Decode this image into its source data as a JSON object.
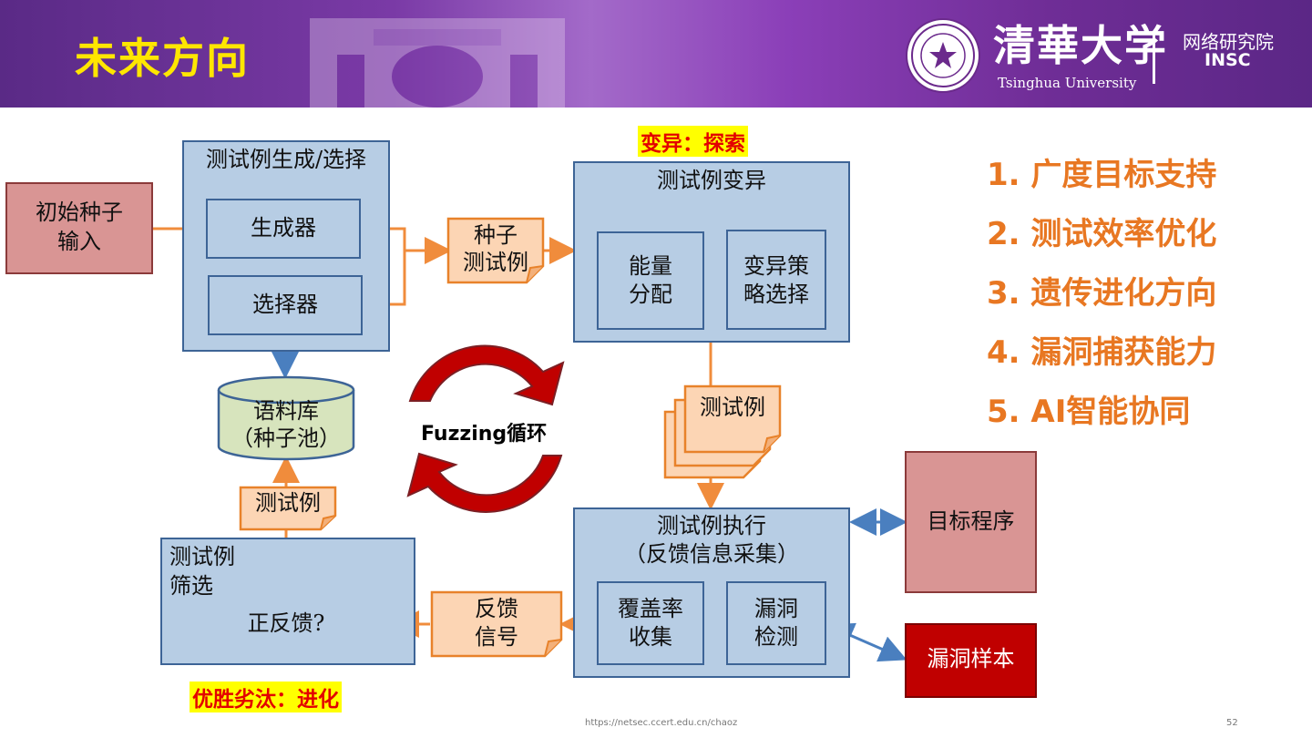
{
  "header": {
    "title": "未来方向",
    "logo_cn": "清華大学",
    "logo_en": "Tsinghua University",
    "dept_cn": "网络研究院",
    "dept_en": "INSC"
  },
  "diagram": {
    "seed_input": [
      "初始种子",
      "输入"
    ],
    "gen_select_title": "测试例生成/选择",
    "generator": "生成器",
    "selector": "选择器",
    "seed_doc": [
      "种子",
      "测试例"
    ],
    "corpus": [
      "语料库",
      "（种子池）"
    ],
    "mutation_label": "变异：探索",
    "mutation_title": "测试例变异",
    "energy": [
      "能量",
      "分配"
    ],
    "strategy": [
      "变异策",
      "略选择"
    ],
    "testcase_stack": "测试例",
    "loop_label": "Fuzzing循环",
    "exec_title": [
      "测试例执行",
      "（反馈信息采集）"
    ],
    "coverage": [
      "覆盖率",
      "收集"
    ],
    "vuln_detect": [
      "漏洞",
      "检测"
    ],
    "target": "目标程序",
    "vuln_sample": "漏洞样本",
    "feedback_doc": [
      "反馈",
      "信号"
    ],
    "filter_title": [
      "测试例",
      "筛选"
    ],
    "positive_feedback": "正反馈?",
    "testcase_doc": "测试例",
    "evolution_label": "优胜劣汰：进化"
  },
  "list": [
    "1.  广度目标支持",
    "2.  测试效率优化",
    "3.  遗传进化方向",
    "4.  漏洞捕获能力",
    "5.  AI智能协同"
  ],
  "footer": {
    "url": "https://netsec.ccert.edu.cn/chaoz",
    "page": "52"
  },
  "colors": {
    "header_purple": "#6f2d96",
    "title_yellow": "#ffe600",
    "box_blue": "#b7cde4",
    "doc_orange": "#fcd5b4",
    "arrow_orange": "#f08c3c",
    "list_orange": "#e87722",
    "loop_red": "#c00000"
  }
}
